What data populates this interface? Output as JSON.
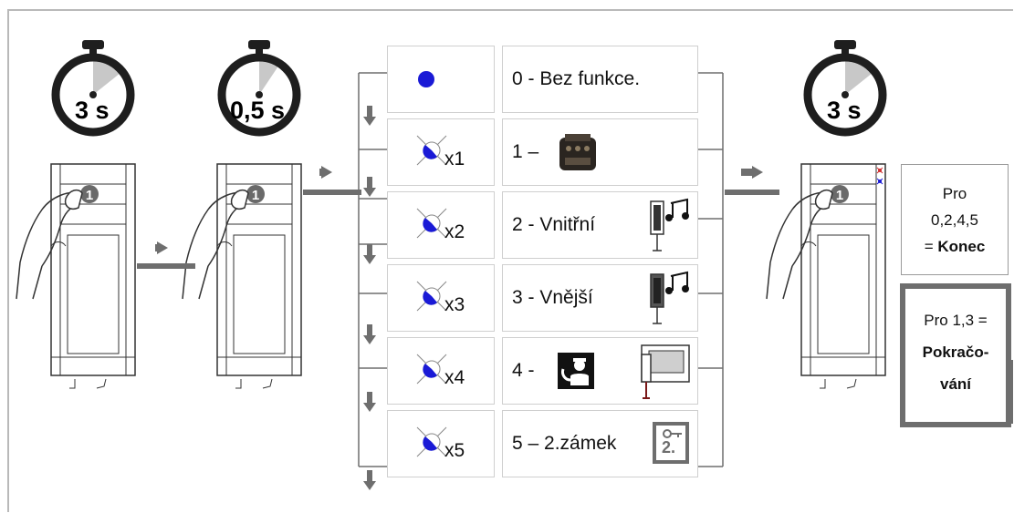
{
  "timers": [
    {
      "label": "3 s"
    },
    {
      "label": "0,5 s"
    },
    {
      "label": "3 s"
    }
  ],
  "button_number": "1",
  "options": [
    {
      "multiplier": "",
      "text": "0 - Bez funkce.",
      "icon": "led-on-icon"
    },
    {
      "multiplier": "x1",
      "text": "1 –",
      "icon": "relay-module-icon"
    },
    {
      "multiplier": "x2",
      "text": "2 - Vnitřní",
      "icon": "handset-melody-icon"
    },
    {
      "multiplier": "x3",
      "text": "3 - Vnější",
      "icon": "handset-melody-dark-icon"
    },
    {
      "multiplier": "x4",
      "text": "4 -",
      "icon": "guard-unit-icon"
    },
    {
      "multiplier": "x5",
      "text": "5 – 2.zámek",
      "icon": "second-lock-icon"
    }
  ],
  "end_box": {
    "line1": "Pro",
    "line2": "0,2,4,5",
    "line3_prefix": "= ",
    "line3_bold": "Konec"
  },
  "continue_box": {
    "line1": "Pro 1,3 =",
    "line2": "Pokračo-",
    "line3": "vání"
  },
  "second_lock_label": "2.",
  "colors": {
    "led_blue": "#1a1ad6",
    "arrow_gray": "#6e6e6e",
    "border_gray": "#cfcfcf",
    "timer_dark": "#1e1e1e",
    "timer_wedge": "#c8c8c8"
  }
}
